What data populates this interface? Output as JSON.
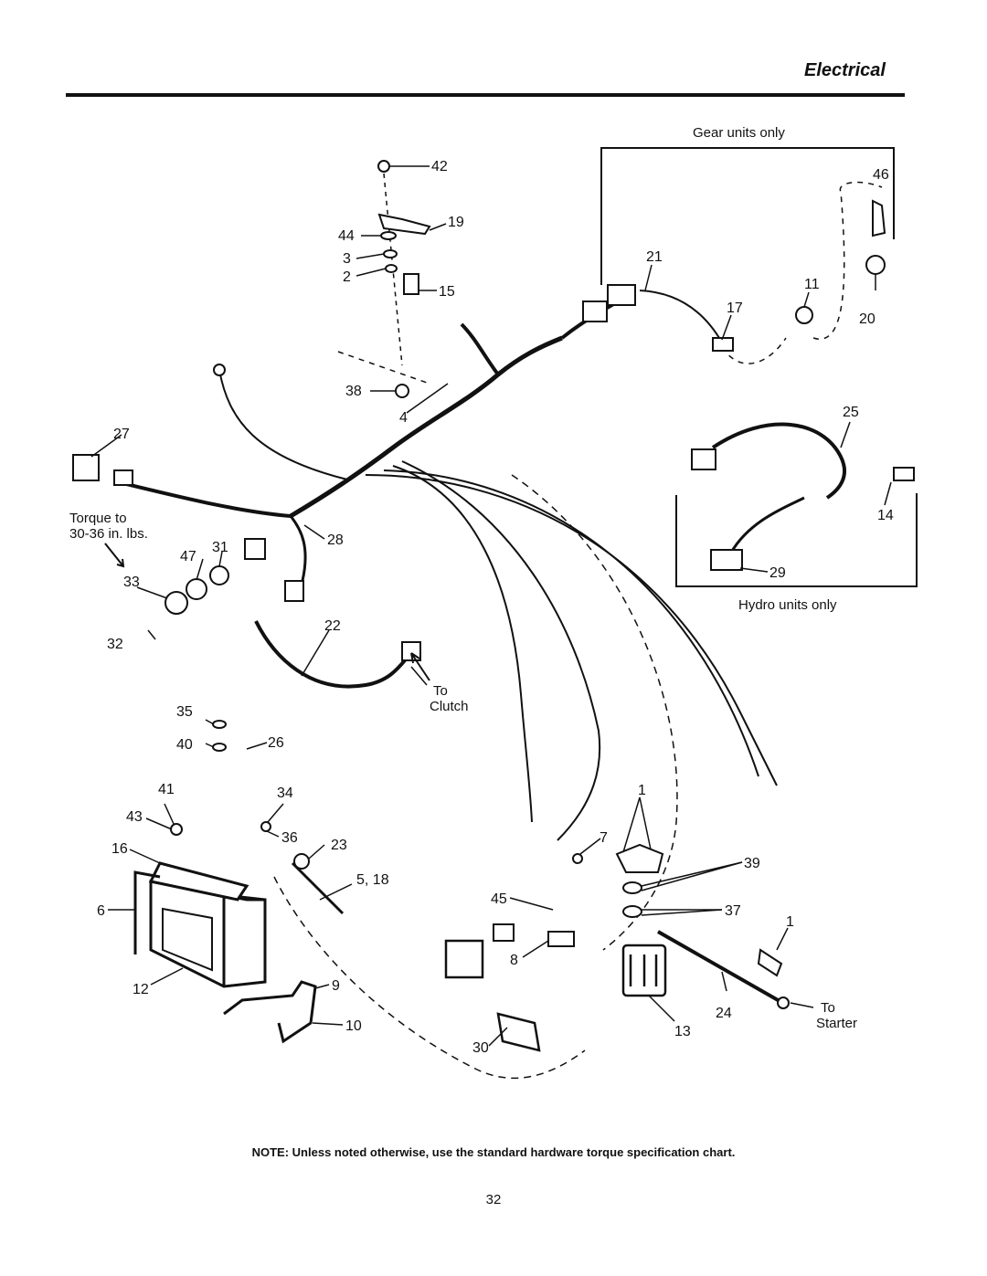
{
  "header": {
    "section_title": "Electrical"
  },
  "diagram": {
    "callouts": {
      "c42": "42",
      "c19": "19",
      "c44": "44",
      "c3": "3",
      "c2": "2",
      "c15": "15",
      "c38": "38",
      "c4": "4",
      "c21": "21",
      "c17": "17",
      "c11": "11",
      "c46": "46",
      "c20": "20",
      "c25": "25",
      "c14": "14",
      "c29": "29",
      "c27": "27",
      "c31": "31",
      "c47": "47",
      "c33": "33",
      "c32": "32",
      "c28": "28",
      "c22": "22",
      "c35": "35",
      "c40": "40",
      "c26": "26",
      "c41": "41",
      "c34": "34",
      "c43": "43",
      "c36": "36",
      "c16": "16",
      "c23": "23",
      "c5_18": "5, 18",
      "c6": "6",
      "c12": "12",
      "c9": "9",
      "c10": "10",
      "c30": "30",
      "c45": "45",
      "c8": "8",
      "c7": "7",
      "c1a": "1",
      "c39": "39",
      "c37": "37",
      "c1b": "1",
      "c13": "13",
      "c24": "24"
    },
    "captions": {
      "gear_units": "Gear units only",
      "hydro_units": "Hydro units only",
      "torque_line1": "Torque to",
      "torque_line2": "30-36 in. lbs.",
      "to_clutch_1": "To",
      "to_clutch_2": "Clutch",
      "to_starter_1": "To",
      "to_starter_2": "Starter"
    }
  },
  "footer": {
    "note": "NOTE: Unless noted otherwise, use the standard hardware torque specification chart.",
    "page_number": "32"
  }
}
